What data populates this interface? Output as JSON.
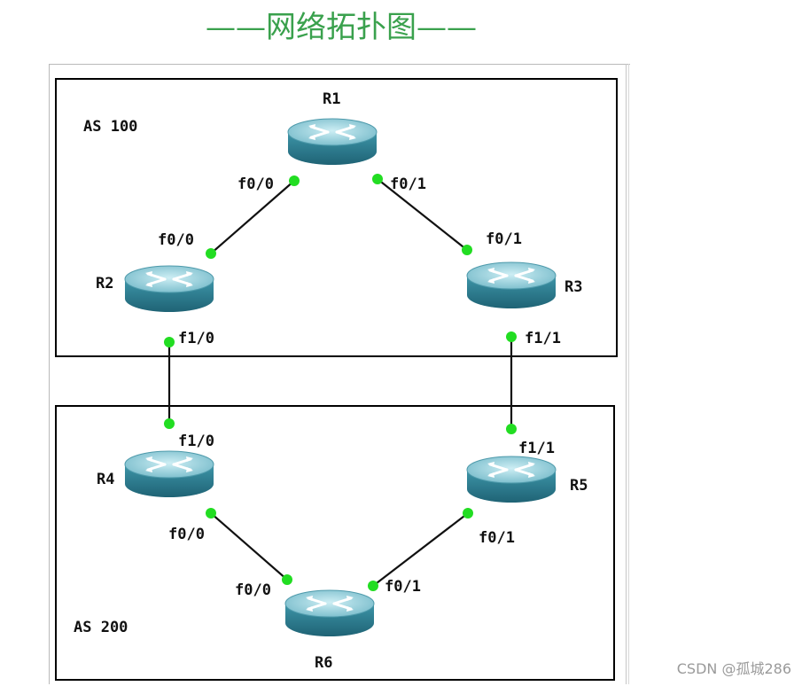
{
  "title": "——网络拓扑图——",
  "areas": [
    {
      "id": "as100",
      "label": "AS 100"
    },
    {
      "id": "as200",
      "label": "AS 200"
    }
  ],
  "routers": [
    {
      "id": "R1",
      "label": "R1"
    },
    {
      "id": "R2",
      "label": "R2"
    },
    {
      "id": "R3",
      "label": "R3"
    },
    {
      "id": "R4",
      "label": "R4"
    },
    {
      "id": "R5",
      "label": "R5"
    },
    {
      "id": "R6",
      "label": "R6"
    }
  ],
  "links": [
    {
      "from": "R1",
      "from_port": "f0/0",
      "to": "R2",
      "to_port": "f0/0"
    },
    {
      "from": "R1",
      "from_port": "f0/1",
      "to": "R3",
      "to_port": "f0/1"
    },
    {
      "from": "R2",
      "from_port": "f1/0",
      "to": "R4",
      "to_port": "f1/0"
    },
    {
      "from": "R3",
      "from_port": "f1/1",
      "to": "R5",
      "to_port": "f1/1"
    },
    {
      "from": "R4",
      "from_port": "f0/0",
      "to": "R6",
      "to_port": "f0/0"
    },
    {
      "from": "R5",
      "from_port": "f0/1",
      "to": "R6",
      "to_port": "f0/1"
    }
  ],
  "colors": {
    "title": "#3aa14d",
    "port": "#22dd22",
    "router_body": "#2e7f93",
    "router_top": "#8fd0dd"
  },
  "icon": "router-icon",
  "watermark": "CSDN @孤城286"
}
